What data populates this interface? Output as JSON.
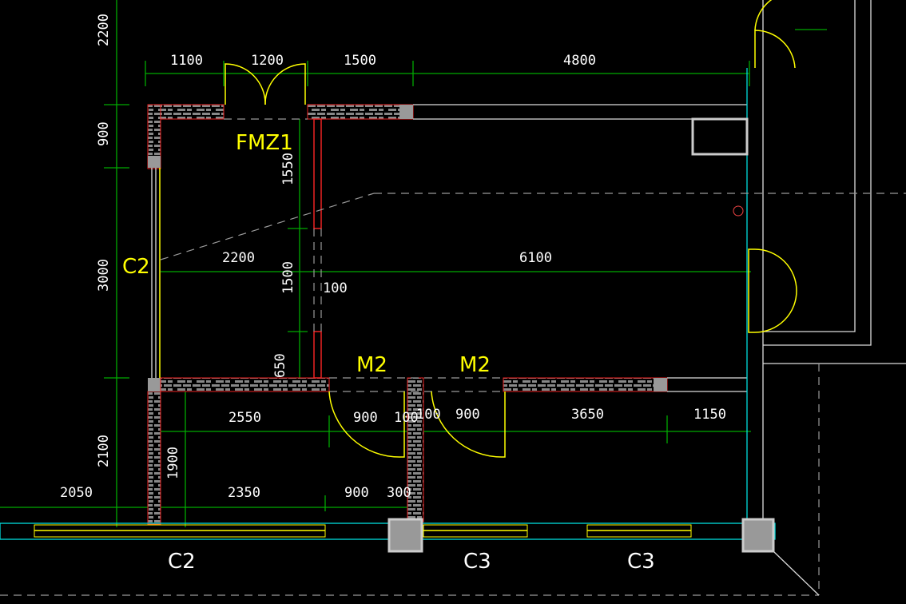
{
  "drawing": {
    "dimensions_top": [
      "1100",
      "1200",
      "1500",
      "4800"
    ],
    "dimensions_left": [
      "2200",
      "900",
      "3000",
      "2100"
    ],
    "dimensions_interior": {
      "d1550": "1550",
      "d1500": "1500",
      "d650": "650",
      "d100": "100",
      "d2200": "2200",
      "d6100": "6100",
      "d2550": "2550",
      "d900a": "900",
      "d100b": "100",
      "d100c": "100",
      "d900b": "900",
      "d3650": "3650",
      "d1150": "1150",
      "d1900": "1900",
      "d2050": "2050",
      "d2350": "2350",
      "d900c": "900",
      "d300": "300"
    },
    "tags": {
      "fmz1": "FMZ1",
      "c2_left": "C2",
      "m2_a": "M2",
      "m2_b": "M2",
      "c2_bottom": "C2",
      "c3_a": "C3",
      "c3_b": "C3"
    }
  }
}
